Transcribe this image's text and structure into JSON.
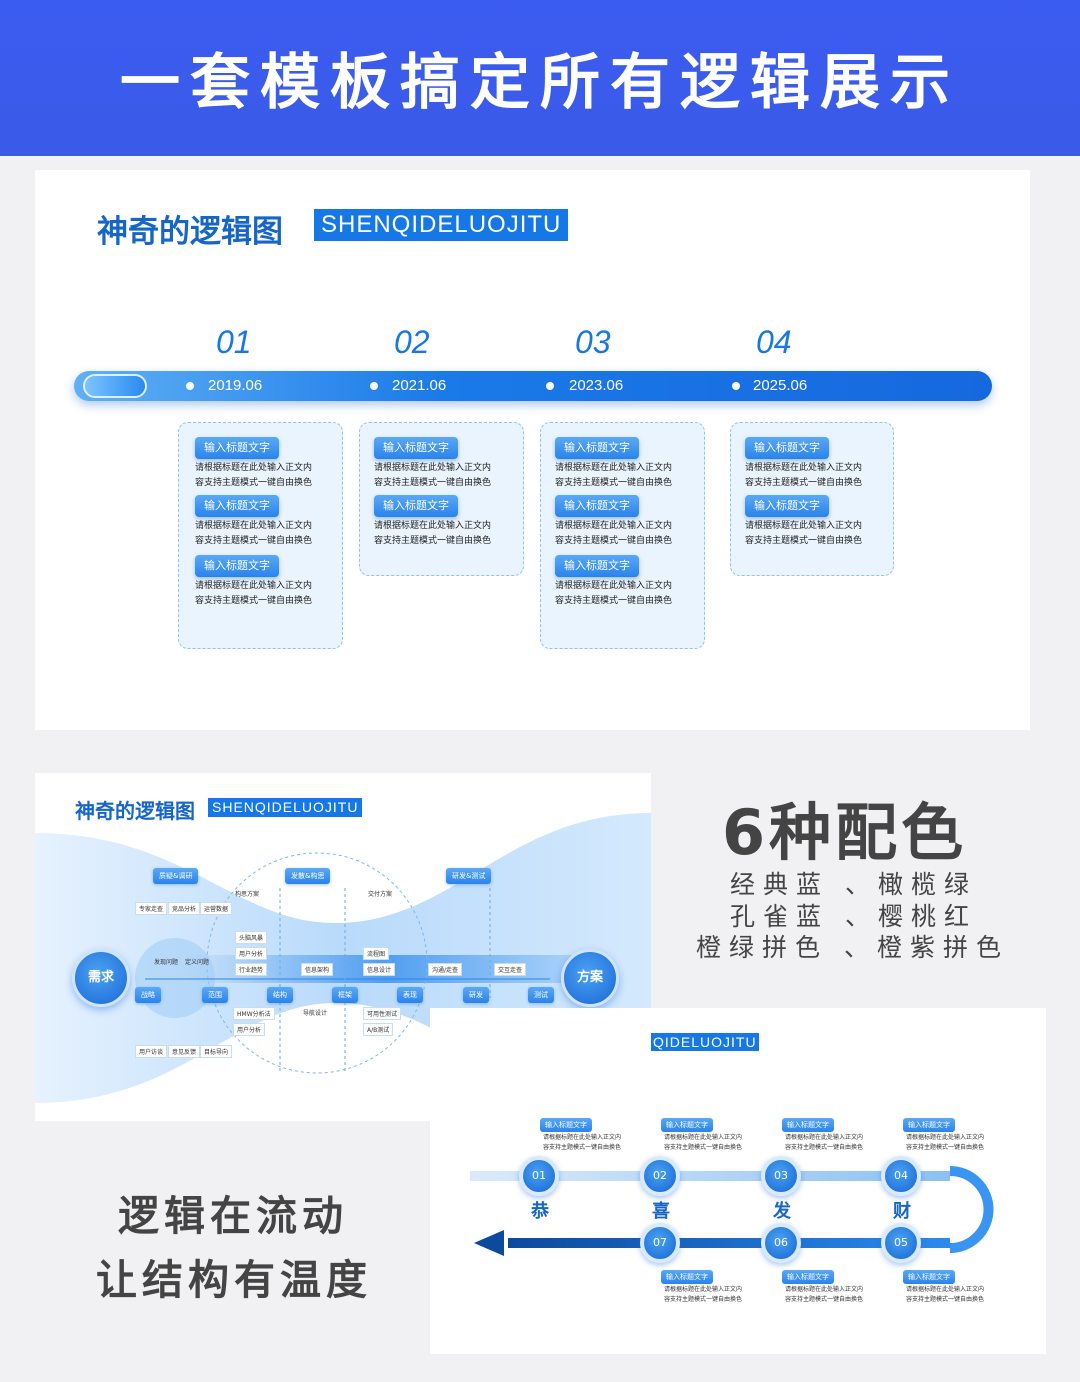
{
  "header": {
    "title": "一套模板搞定所有逻辑展示"
  },
  "card1": {
    "title": "神奇的逻辑图",
    "tag": "SHENQIDELUOJITU",
    "milestones": [
      {
        "num": "01",
        "date": "2019.06"
      },
      {
        "num": "02",
        "date": "2021.06"
      },
      {
        "num": "03",
        "date": "2023.06"
      },
      {
        "num": "04",
        "date": "2025.06"
      }
    ],
    "item_title": "输入标题文字",
    "item_line1": "请根据标题在此处输入正文内",
    "item_line2": "容支持主题模式一键自由换色"
  },
  "card2": {
    "title": "神奇的逻辑图",
    "tag": "SHENQIDELUOJITU",
    "left_circle": "需求",
    "right_circle": "方案",
    "top_buttons": [
      "质疑&调研",
      "发散&构思",
      "研发&测试"
    ],
    "top_notes": [
      "构思方案",
      "交付方案"
    ],
    "row_top_small": [
      "专家走查",
      "竞品分析",
      "运营数据"
    ],
    "left_labels": [
      "发现问题",
      "定义问题"
    ],
    "col_a": [
      "头脑风暴",
      "用户分析",
      "行业趋势"
    ],
    "col_b": [
      "流程图",
      "信息设计"
    ],
    "mid_labels": [
      "信息架构",
      "沟通/走查",
      "交互走查"
    ],
    "bar_buttons": [
      "战略",
      "范围",
      "结构",
      "框架",
      "表现",
      "研发",
      "测试"
    ],
    "below_a": [
      "HMW分析法",
      "导航设计"
    ],
    "below_b": [
      "可用性测试",
      "A/B测试"
    ],
    "persona": "用户分析",
    "row_bottom_small": [
      "用户访谈",
      "意见反馈",
      "目标导向"
    ]
  },
  "promo": {
    "headline": "6种配色",
    "colors": [
      "经典蓝 、橄榄绿",
      "孔雀蓝 、樱桃红",
      "橙绿拼色 、橙紫拼色"
    ]
  },
  "slogan": {
    "line1": "逻辑在流动",
    "line2": "让结构有温度"
  },
  "card3": {
    "tag": "QIDELUOJITU",
    "item_title": "输入标题文字",
    "item_line1": "请根据标题在此处输入正文内",
    "item_line2": "容支持主题模式一键自由换色",
    "top_nodes": [
      {
        "num": "01",
        "char": "恭"
      },
      {
        "num": "02",
        "char": "喜"
      },
      {
        "num": "03",
        "char": "发"
      },
      {
        "num": "04",
        "char": "财"
      }
    ],
    "bottom_nodes": [
      "07",
      "06",
      "05"
    ]
  }
}
